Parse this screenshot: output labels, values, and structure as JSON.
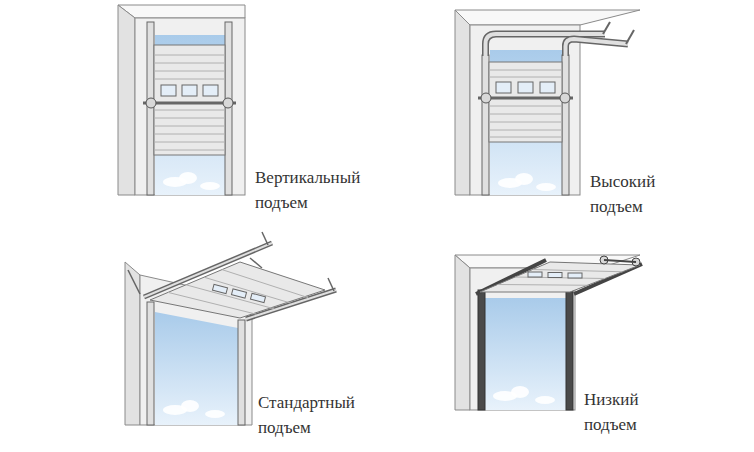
{
  "diagram": {
    "labels": [
      "Вертикальный подъем",
      "Высокий подъем",
      "Стандартный подъем",
      "Низкий подъем"
    ]
  }
}
